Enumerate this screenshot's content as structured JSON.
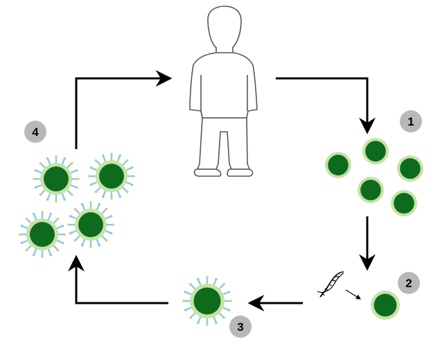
{
  "steps": [
    {
      "label": "1"
    },
    {
      "label": "2"
    },
    {
      "label": "3"
    },
    {
      "label": "4"
    }
  ],
  "colors": {
    "cell_core": "#0e6b1e",
    "cell_rim": "#c4e3a6",
    "badge": "#b8b8b8",
    "arrow": "#000000",
    "receptor_blue": "#8cc8e6",
    "receptor_yellow": "#e8c468",
    "outline": "#555555"
  },
  "icons": {
    "person": "person-outline-icon",
    "dna": "dna-helix-icon"
  }
}
